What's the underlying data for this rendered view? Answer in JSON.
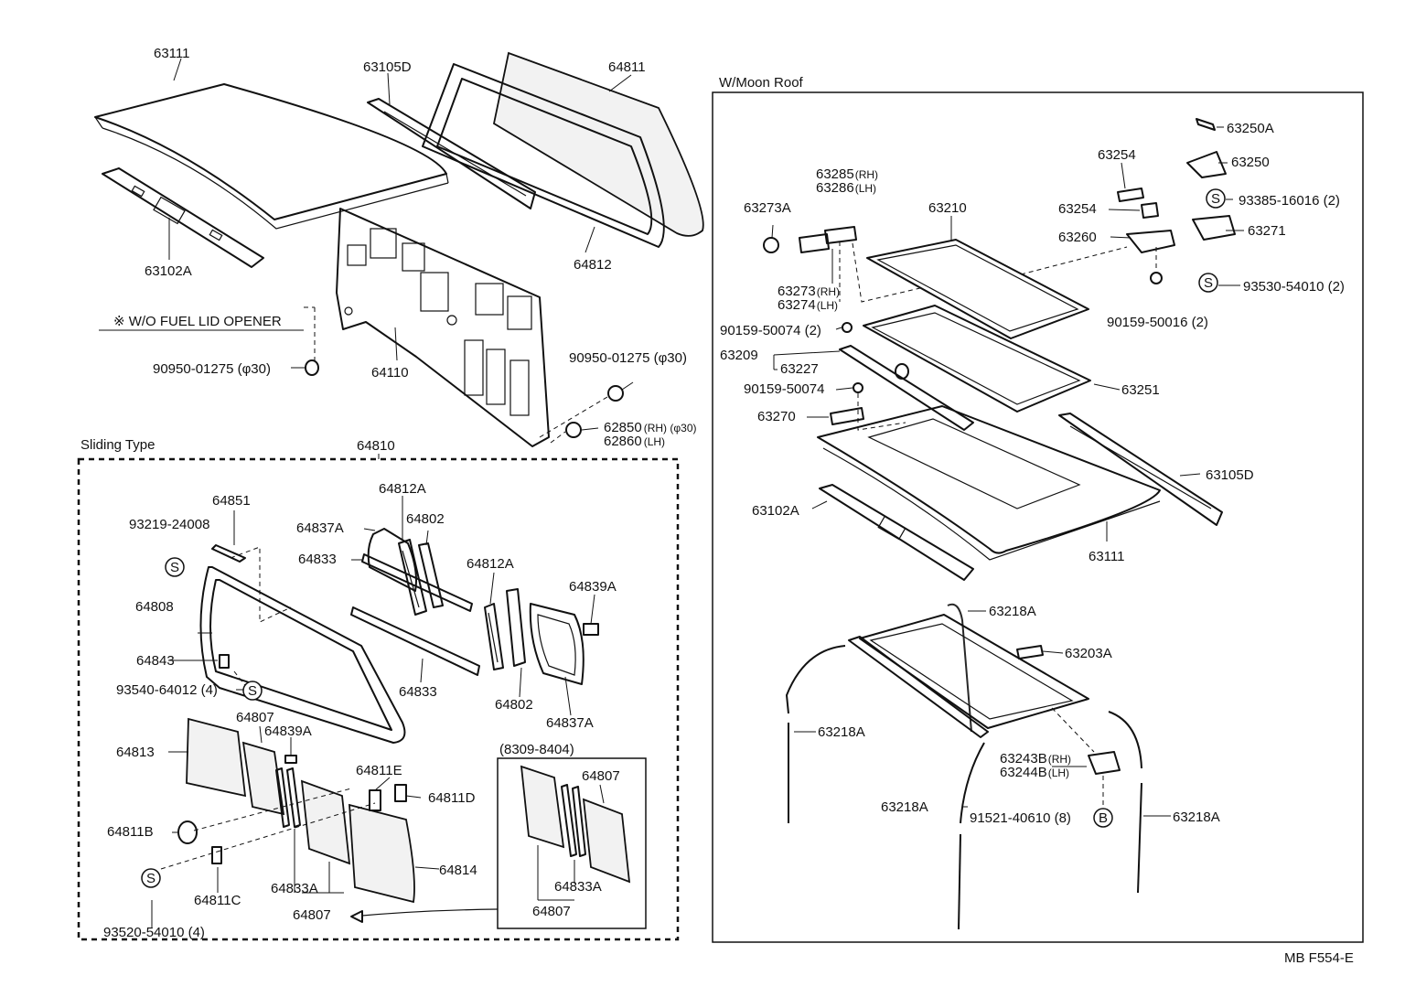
{
  "sections": {
    "wo_fuel_lid_opener": "※ W/O FUEL LID OPENER",
    "w_moon_roof": "W/Moon Roof",
    "sliding_type": "Sliding Type",
    "date_range": "(8309-8404)"
  },
  "drawing_code": "MB F554-E",
  "symbols": {
    "s": "S",
    "b": "B"
  },
  "labels": {
    "p63111_top": "63111",
    "p63105d_top": "63105D",
    "p64811": "64811",
    "p63102a_top": "63102A",
    "p64812": "64812",
    "p64110": "64110",
    "p90950_left": "90950-01275 (φ30)",
    "p90950_right": "90950-01275 (φ30)",
    "p62850": "62850",
    "p62850_suffix": "(RH) (φ30)",
    "p62860": "62860",
    "p62860_suffix": "(LH)",
    "p64810": "64810",
    "p64851": "64851",
    "p93219": "93219-24008",
    "p64808": "64808",
    "p64843": "64843",
    "p93540": "93540-64012 (4)",
    "p64837a_top": "64837A",
    "p64812a_top": "64812A",
    "p64802_top": "64802",
    "p64833_top": "64833",
    "p64833_mid": "64833",
    "p64812a_right": "64812A",
    "p64839a_right": "64839A",
    "p64802_bot": "64802",
    "p64837a_bot": "64837A",
    "p64813": "64813",
    "p64807_a": "64807",
    "p64839a_mid": "64839A",
    "p64811e": "64811E",
    "p64811d": "64811D",
    "p64811b": "64811B",
    "p64811c": "64811C",
    "p64814": "64814",
    "p64833a_a": "64833A",
    "p64807_b": "64807",
    "p93520": "93520-54010 (4)",
    "p64807_c": "64807",
    "p64833a_b": "64833A",
    "p64807_d": "64807",
    "p63285": "63285",
    "p63285_suffix": "(RH)",
    "p63286": "63286",
    "p63286_suffix": "(LH)",
    "p63273a": "63273A",
    "p63273": "63273",
    "p63273_suffix": "(RH)",
    "p63274": "63274",
    "p63274_suffix": "(LH)",
    "p90159_50074_a": "90159-50074 (2)",
    "p63209": "63209",
    "p63227": "63227",
    "p90159_50074_b": "90159-50074",
    "p63270": "63270",
    "p63210": "63210",
    "p63254_a": "63254",
    "p63254_b": "63254",
    "p63260": "63260",
    "p90159_50016": "90159-50016 (2)",
    "p63250a": "63250A",
    "p63250": "63250",
    "p93385": "93385-16016 (2)",
    "p63271": "63271",
    "p93530": "93530-54010 (2)",
    "p63251": "63251",
    "p63105d_right": "63105D",
    "p63102a_right": "63102A",
    "p63111_right": "63111",
    "p63218a_top": "63218A",
    "p63203a": "63203A",
    "p63218a_left": "63218A",
    "p63243b": "63243B",
    "p63243b_suffix": "(RH)",
    "p63244b": "63244B",
    "p63244b_suffix": "(LH)",
    "p63218a_mid": "63218A",
    "p91521": "91521-40610 (8)",
    "p63218a_right": "63218A"
  }
}
